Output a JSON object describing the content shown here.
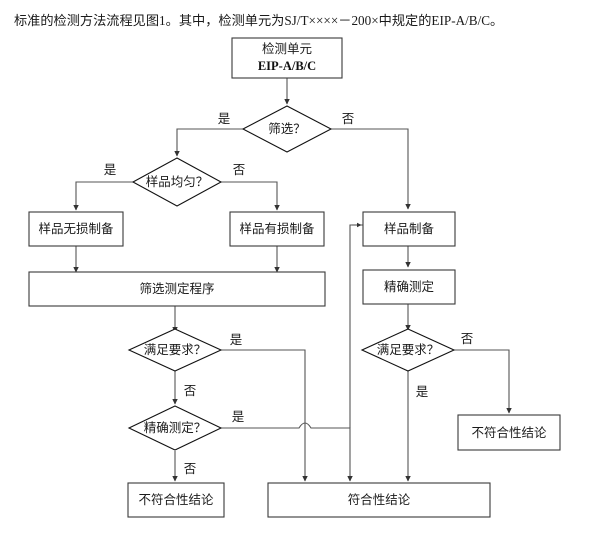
{
  "caption": "标准的检测方法流程见图1。其中，检测单元为SJ/T××××－200×中规定的EIP-A/B/C。",
  "diagram": {
    "type": "flowchart",
    "nodes": {
      "detection_unit_line1": "检测单元",
      "detection_unit_line2": "EIP-A/B/C",
      "screening_decision": "筛选？",
      "uniform_decision": "样品均匀？",
      "nondestructive_prep": "样品无损制备",
      "destructive_prep": "样品有损制备",
      "sample_prep": "样品制备",
      "screening_procedure": "筛选测定程序",
      "precise_measure_box": "精确测定",
      "meets_req_left": "满足要求？",
      "meets_req_right": "满足要求？",
      "precise_measure_decision": "精确测定？",
      "nonconforming_left": "不符合性结论",
      "nonconforming_right": "不符合性结论",
      "conforming": "符合性结论"
    },
    "edge_labels": {
      "screening_yes": "是",
      "screening_no": "否",
      "uniform_yes": "是",
      "uniform_no": "否",
      "meets_left_yes": "是",
      "meets_left_no": "否",
      "precise_yes": "是",
      "precise_no": "否",
      "meets_right_no": "否",
      "meets_right_yes": "是"
    },
    "colors": {
      "stroke": "#3a3a3a",
      "connector": "#555555",
      "text": "#1a1a1a",
      "background": "#ffffff"
    }
  }
}
